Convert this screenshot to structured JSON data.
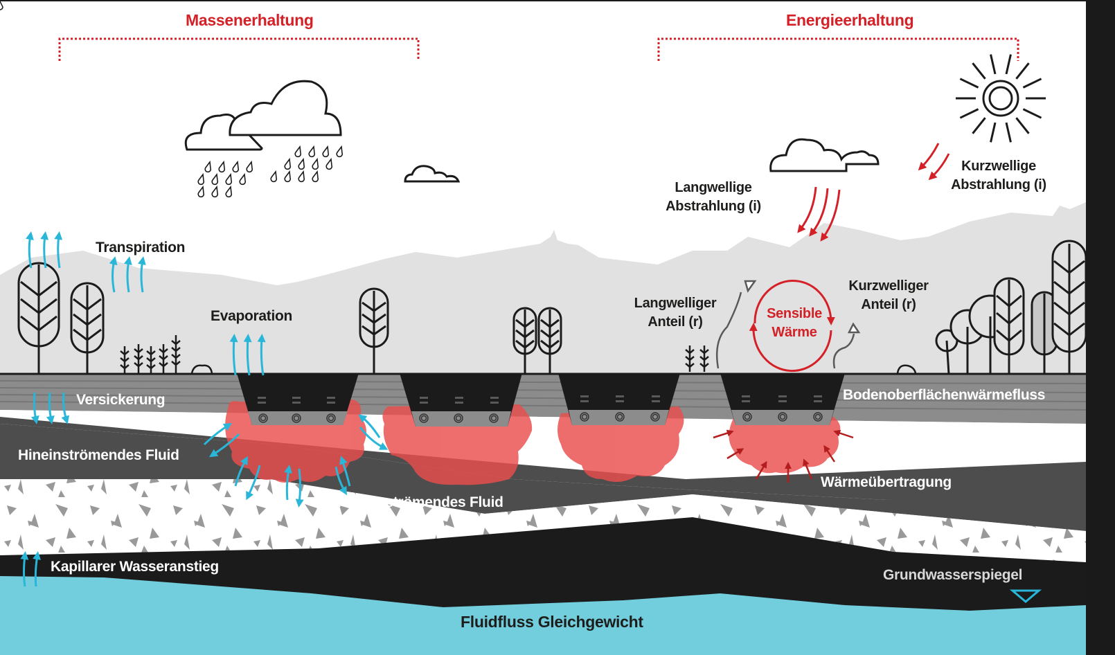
{
  "diagram": {
    "sections": {
      "mass_conservation": "Massenerhaltung",
      "energy_conservation": "Energieerhaltung"
    },
    "atmosphere": {
      "transpiration": "Transpiration",
      "evaporation": "Evaporation",
      "longwave_incoming_line1": "Langwellige",
      "longwave_incoming_line2": "Abstrahlung (i)",
      "shortwave_incoming_line1": "Kurzwellige",
      "shortwave_incoming_line2": "Abstrahlung (i)",
      "longwave_reflected_line1": "Langwelliger",
      "longwave_reflected_line2": "Anteil (r)",
      "shortwave_reflected_line1": "Kurzwelliger",
      "shortwave_reflected_line2": "Anteil (r)",
      "sensible_heat_line1": "Sensible",
      "sensible_heat_line2": "Wärme"
    },
    "subsurface": {
      "infiltration": "Versickerung",
      "ground_surface_heat_flux": "Bodenoberflächenwärmefluss",
      "inflowing_fluid": "Hineinströmendes Fluid",
      "outflowing_fluid": "Herausströmendes Fluid",
      "heat_transfer": "Wärmeübertragung",
      "capillary_rise": "Kapillarer Wasseranstieg",
      "groundwater_table": "Grundwasserspiegel",
      "fluid_flow_equilibrium": "Fluidfluss Gleichgewicht"
    },
    "trenches": [
      {
        "id": 1,
        "pipes": 3
      },
      {
        "id": 2,
        "pipes": 3
      },
      {
        "id": 3,
        "pipes": 3
      },
      {
        "id": 4,
        "pipes": 3
      }
    ],
    "colors": {
      "accent_red": "#d42027",
      "water_arrow": "#29b6d9",
      "groundwater": "#72cedd",
      "heat_zone": "#ef6b6b",
      "landscape": "#e1e1e1"
    }
  }
}
